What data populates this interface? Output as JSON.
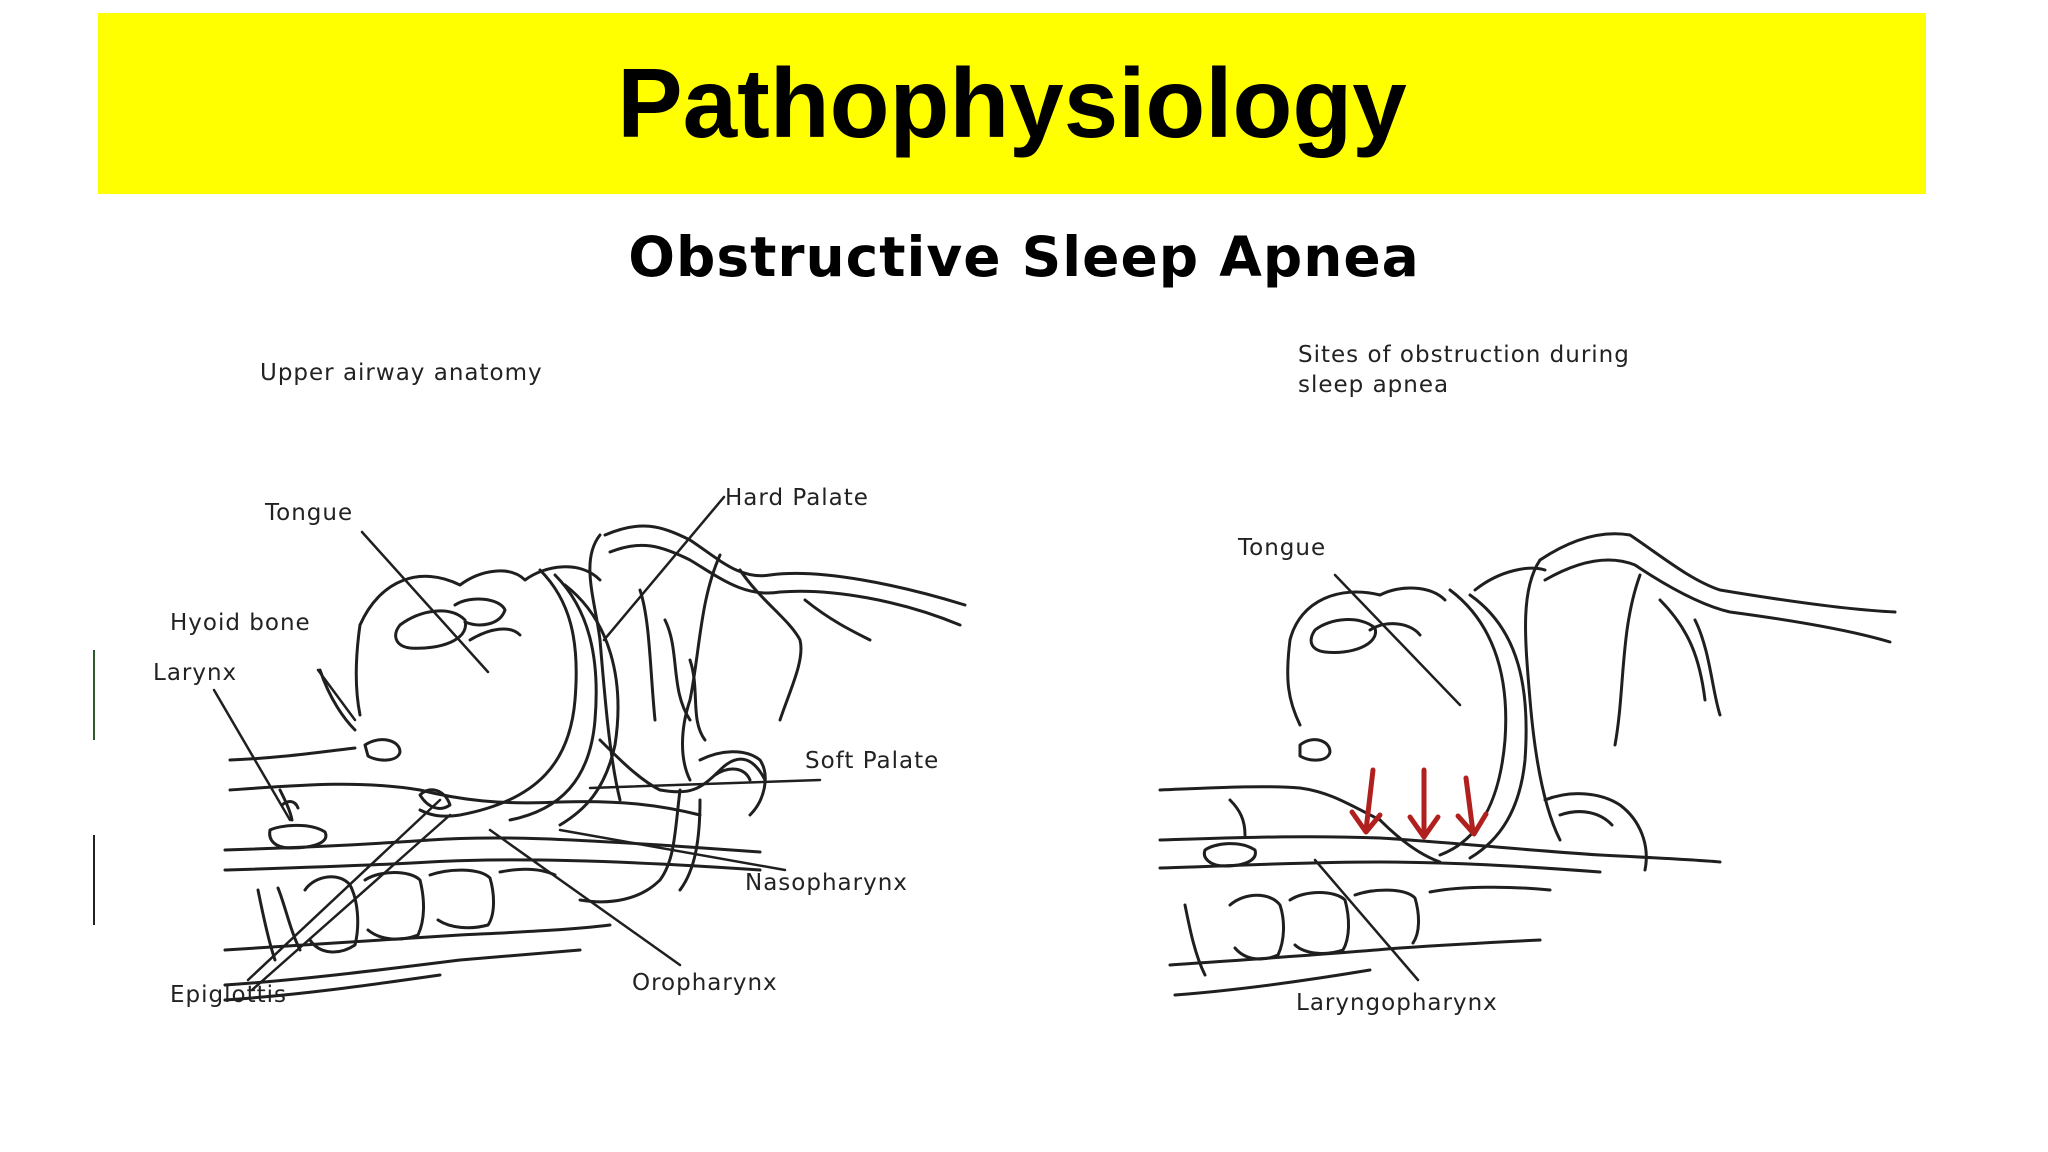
{
  "title": "Pathophysiology",
  "subtitle": "Obstructive Sleep Apnea",
  "left_panel": {
    "caption": "Upper airway anatomy",
    "labels": {
      "tongue": "Tongue",
      "hard_palate": "Hard Palate",
      "hyoid_bone": "Hyoid bone",
      "larynx": "Larynx",
      "soft_palate": "Soft Palate",
      "nasopharynx": "Nasopharynx",
      "epiglottis": "Epiglottis",
      "oropharynx": "Oropharynx"
    }
  },
  "right_panel": {
    "caption_line1": "Sites of obstruction during",
    "caption_line2": "sleep apnea",
    "labels": {
      "tongue": "Tongue",
      "laryngopharynx": "Laryngopharynx"
    }
  },
  "colors": {
    "title_bar": "#ffff00",
    "obstruction_arrows": "#b0201e"
  }
}
